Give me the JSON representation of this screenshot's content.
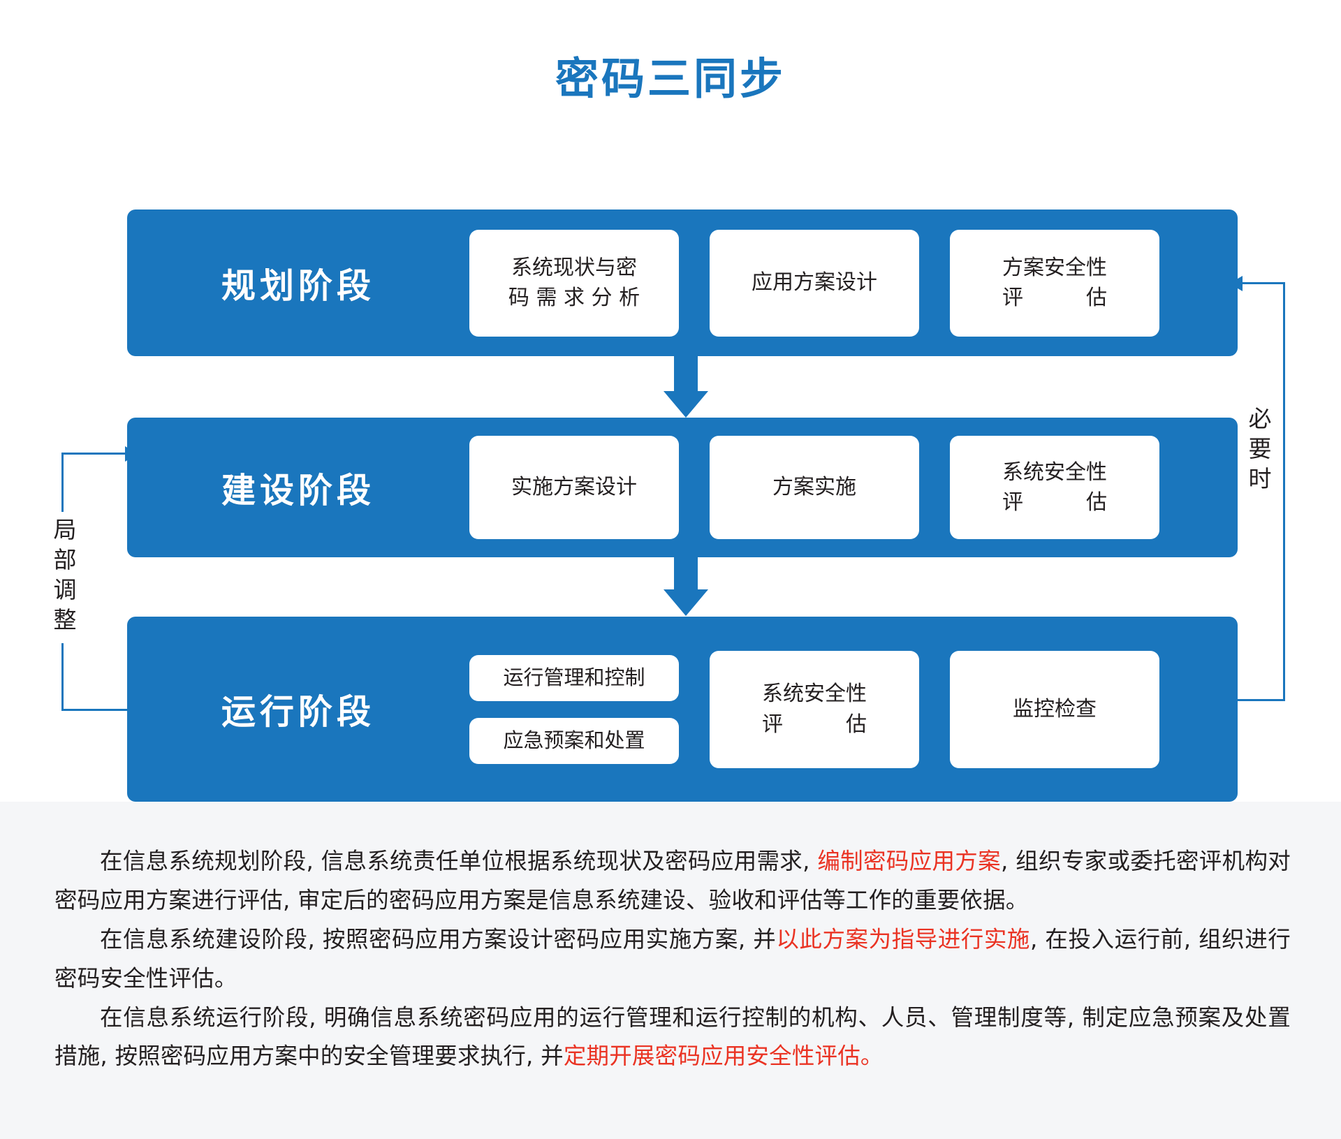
{
  "title": "密码三同步",
  "accent_color": "#1a76bd",
  "highlight_color": "#ea3323",
  "rows": [
    {
      "label": "规划阶段",
      "cards": [
        {
          "line1": "系统现状与密",
          "line2": "码 需 求 分 析"
        },
        {
          "line1": "应用方案设计",
          "line2": ""
        },
        {
          "line1": "方案安全性",
          "line2": "评　　　估"
        }
      ]
    },
    {
      "label": "建设阶段",
      "cards": [
        {
          "line1": "实施方案设计",
          "line2": ""
        },
        {
          "line1": "方案实施",
          "line2": ""
        },
        {
          "line1": "系统安全性",
          "line2": "评　　　估"
        }
      ]
    },
    {
      "label": "运行阶段",
      "stacked": [
        {
          "line1": "运行管理和控制"
        },
        {
          "line1": "应急预案和处置"
        }
      ],
      "cards": [
        {
          "line1": "系统安全性",
          "line2": "评　　　估"
        },
        {
          "line1": "监控检查",
          "line2": ""
        }
      ]
    }
  ],
  "loops": {
    "right_label": "必要时",
    "left_label": "局部调整"
  },
  "paragraphs": [
    {
      "parts": [
        {
          "text": "在信息系统规划阶段, 信息系统责任单位根据系统现状及密码应用需求, ",
          "highlight": false
        },
        {
          "text": "编制密码应用方案",
          "highlight": true
        },
        {
          "text": ", 组织专家或委托密评机构对密码应用方案进行评估, 审定后的密码应用方案是信息系统建设、验收和评估等工作的重要依据。",
          "highlight": false
        }
      ]
    },
    {
      "parts": [
        {
          "text": "在信息系统建设阶段, 按照密码应用方案设计密码应用实施方案, 并",
          "highlight": false
        },
        {
          "text": "以此方案为指导进行实施",
          "highlight": true
        },
        {
          "text": ", 在投入运行前, 组织进行密码安全性评估。",
          "highlight": false
        }
      ]
    },
    {
      "parts": [
        {
          "text": "在信息系统运行阶段, 明确信息系统密码应用的运行管理和运行控制的机构、人员、管理制度等, 制定应急预案及处置措施, 按照密码应用方案中的安全管理要求执行, 并",
          "highlight": false
        },
        {
          "text": "定期开展密码应用安全性评估。",
          "highlight": true
        }
      ]
    }
  ]
}
